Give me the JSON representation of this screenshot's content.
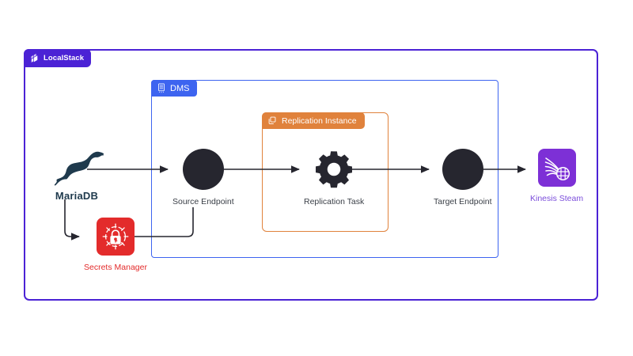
{
  "diagram": {
    "title": "LocalStack DMS replication architecture",
    "background": "#ffffff"
  },
  "containers": [
    {
      "id": "localstack",
      "label": "LocalStack",
      "icon": "localstack-logo-icon",
      "border_color": "#4b22d5",
      "badge_color": "#4b22d5",
      "badge_text_color": "#ffffff"
    },
    {
      "id": "dms",
      "label": "DMS",
      "icon": "database-icon",
      "border_color": "#3d64f0",
      "badge_color": "#3d64f0",
      "badge_text_color": "#ffffff"
    },
    {
      "id": "replication-instance",
      "label": "Replication Instance",
      "icon": "copy-icon",
      "border_color": "#e0823c",
      "badge_color": "#e0823c",
      "badge_text_color": "#ffffff"
    }
  ],
  "nodes": {
    "mariadb": {
      "label": "MariaDB",
      "icon": "mariadb-seal-logo-icon",
      "color": "#1f3a4d"
    },
    "source_endpoint": {
      "label": "Source Endpoint",
      "icon": "filled-circle-icon",
      "color": "#26262f",
      "label_color": "#3a3f47"
    },
    "replication_task": {
      "label": "Replication Task",
      "icon": "gear-icon",
      "color": "#26262f",
      "label_color": "#3a3f47"
    },
    "target_endpoint": {
      "label": "Target Endpoint",
      "icon": "filled-circle-icon",
      "color": "#26262f",
      "label_color": "#3a3f47"
    },
    "kinesis": {
      "label": "Kinesis Steam",
      "icon": "kinesis-stream-icon",
      "color": "#7d30d6",
      "label_color": "#7b4ddb"
    },
    "secrets_manager": {
      "label": "Secrets Manager",
      "icon": "secrets-manager-lock-icon",
      "color": "#e32b2b",
      "label_color": "#e32b2b"
    }
  },
  "connections": [
    {
      "from": "mariadb",
      "to": "source_endpoint",
      "style": "arrow-right"
    },
    {
      "from": "source_endpoint",
      "to": "replication_task",
      "style": "arrow-right"
    },
    {
      "from": "replication_task",
      "to": "target_endpoint",
      "style": "arrow-right"
    },
    {
      "from": "target_endpoint",
      "to": "kinesis",
      "style": "arrow-right"
    },
    {
      "from": "mariadb",
      "to": "secrets_manager",
      "style": "elbow-down-right-arrow"
    },
    {
      "from": "source_endpoint",
      "to": "secrets_manager",
      "style": "elbow-down-left-arrow"
    }
  ],
  "colors": {
    "arrow": "#26262f",
    "localstack_purple": "#4b22d5",
    "dms_blue": "#3d64f0",
    "replication_orange": "#e0823c",
    "kinesis_purple": "#7d30d6",
    "secrets_red": "#e32b2b",
    "node_dark": "#26262f"
  }
}
